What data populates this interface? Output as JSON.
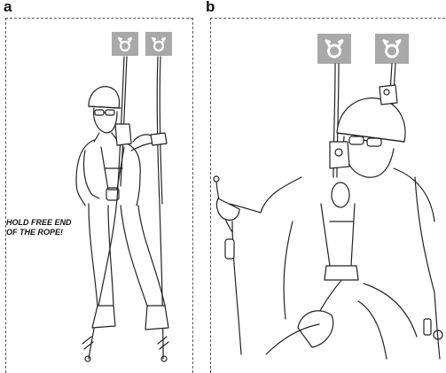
{
  "panels": [
    {
      "letter": "a"
    },
    {
      "letter": "b"
    }
  ],
  "warning": {
    "line1": "HOLD FREE END",
    "line2": "OF THE ROPE!"
  },
  "icons": {
    "anchor": "rope-anchor-ring-icon"
  },
  "colors": {
    "anchor_bg": "#a9a9a9",
    "line": "#222222"
  }
}
